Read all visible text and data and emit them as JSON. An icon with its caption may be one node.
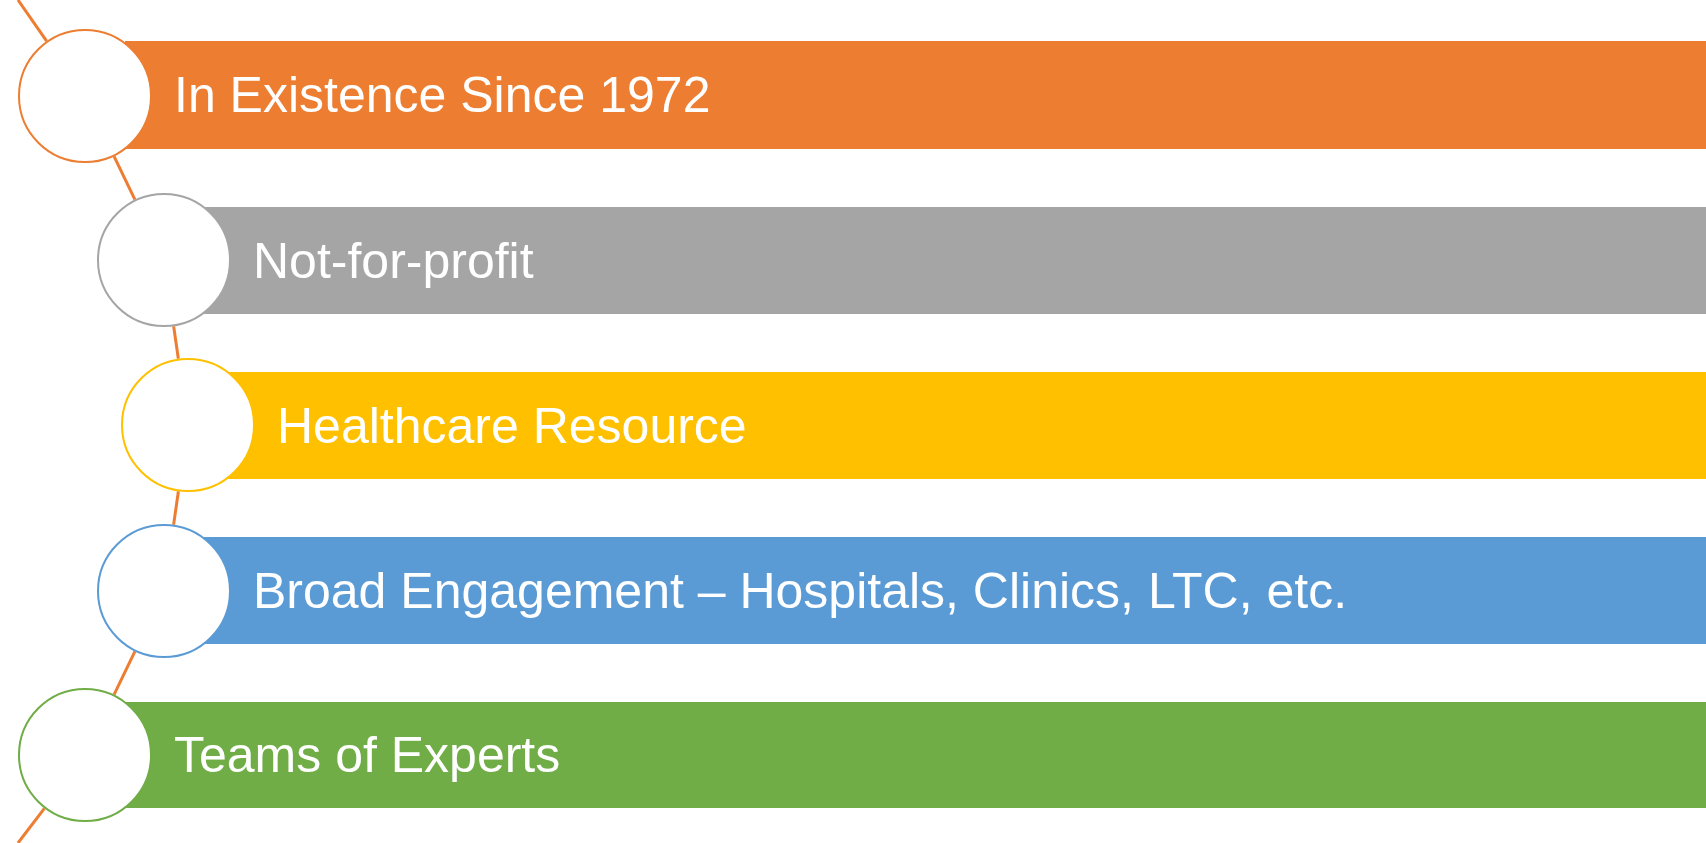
{
  "diagram": {
    "nodes": [
      {
        "text": [],
        "shape": "circle"
      },
      {
        "text": [
          "In Existence Since 1972"
        ]
      },
      {
        "text": [],
        "shape": "circle"
      },
      {
        "text": [
          "Not-for-profit"
        ]
      },
      {
        "text": [],
        "shape": "circle"
      },
      {
        "text": [
          "Healthcare Resource"
        ]
      },
      {
        "text": [],
        "shape": "circle"
      },
      {
        "text": [
          "Broad Engagement – Hospitals, Clinics, LTC, etc."
        ]
      },
      {
        "text": [],
        "shape": "circle"
      },
      {
        "text": [
          "Teams of Experts"
        ]
      }
    ],
    "edges": [
      {
        "from": null,
        "to": 0,
        "arrow": "none"
      },
      {
        "from": 0,
        "to": 2,
        "arrow": "none"
      },
      {
        "from": 2,
        "to": 4,
        "arrow": "none"
      },
      {
        "from": 4,
        "to": 6,
        "arrow": "none"
      },
      {
        "from": 6,
        "to": 8,
        "arrow": "none"
      },
      {
        "from": 8,
        "to": null,
        "arrow": "none"
      }
    ]
  }
}
